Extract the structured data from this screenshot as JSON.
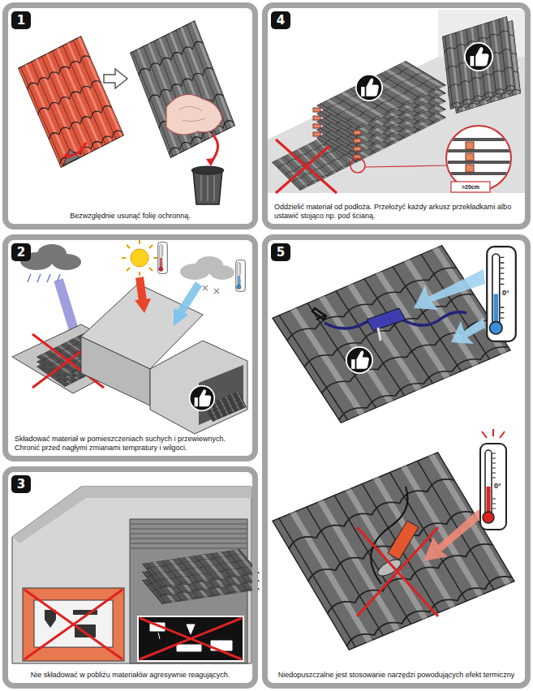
{
  "diagram": {
    "nodes": [
      {
        "text": [
          "Bezwzględnie usunąć folię ochronną."
        ]
      },
      {
        "text": [
          "1"
        ],
        "in": 0
      },
      {
        "text": [
          "Składować materiał w pomieszczeniach suchych i przewiewnych. Chronić przed nagłymi zmianami tempratury i wilgoci."
        ]
      },
      {
        "text": [
          "2"
        ],
        "in": 2
      },
      {
        "text": [
          "Nie składować w pobliżu materiałów agresywnie reagujących."
        ]
      },
      {
        "text": [
          "3"
        ],
        "in": 4
      },
      {
        "text": [
          "Oddzielić materiał od podłoża. Przełożyć każdy arkusz przekładkami albo ustawić stojąco np. pod ścianą."
        ]
      },
      {
        "text": [
          "4"
        ],
        "in": 6
      },
      {
        "text": [
          "Niedopuszczalne jest stosowanie narzędzi powodujących efekt termiczny"
        ]
      },
      {
        "text": [
          "5"
        ],
        "in": 8
      }
    ],
    "labels": [
      ">20cm",
      "0°",
      "0°"
    ]
  }
}
